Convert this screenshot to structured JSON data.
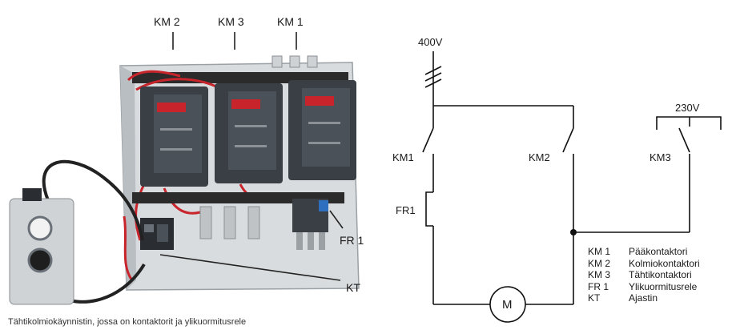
{
  "photo": {
    "labels": {
      "km2": "KM 2",
      "km3": "KM 3",
      "km1": "KM 1",
      "fr1": "FR 1",
      "kt": "KT"
    },
    "caption": "Tähtikolmiokäynnistin, jossa on kontaktorit ja ylikuormitusrele"
  },
  "schematic": {
    "supply_main": "400V",
    "supply_control": "230V",
    "km1": "KM1",
    "km2": "KM2",
    "km3": "KM3",
    "fr1": "FR1",
    "motor": "M"
  },
  "legend": [
    {
      "code": "KM 1",
      "desc": "Pääkontaktori"
    },
    {
      "code": "KM 2",
      "desc": "Kolmiokontaktori"
    },
    {
      "code": "KM 3",
      "desc": "Tähtikontaktori"
    },
    {
      "code": "FR 1",
      "desc": "Ylikuormitusrele"
    },
    {
      "code": "KT",
      "desc": "Ajastin"
    }
  ]
}
